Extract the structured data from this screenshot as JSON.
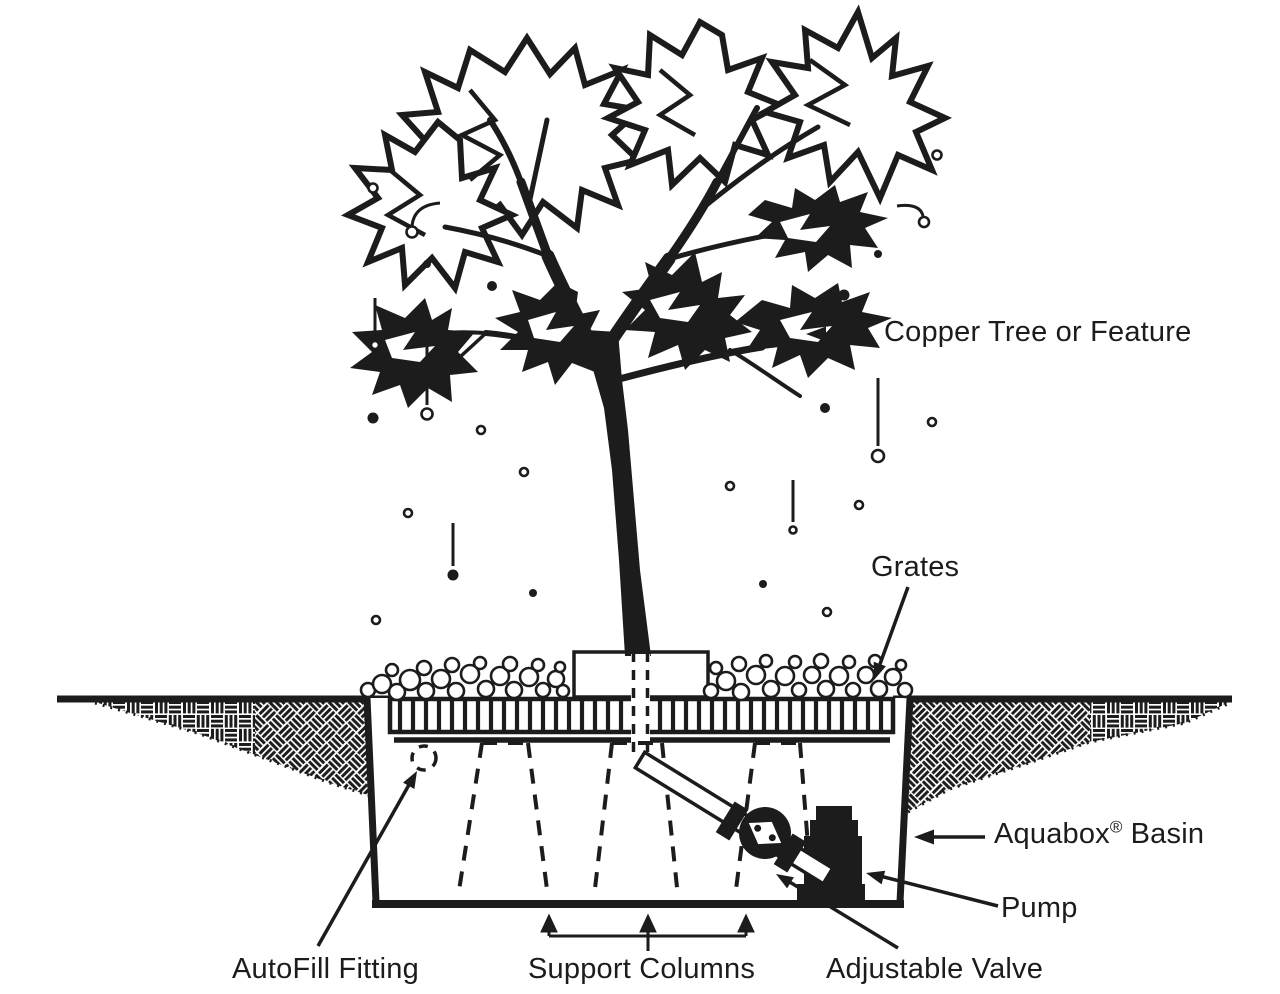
{
  "canvas": {
    "background": "#ffffff",
    "ink": "#1c1c1c"
  },
  "labels": {
    "copper_tree": "Copper Tree or Feature",
    "grates": "Grates",
    "aquabox_brand": "Aquabox",
    "aquabox_reg": "®",
    "aquabox_suffix": "Basin",
    "pump": "Pump",
    "autofill_fitting": "AutoFill Fitting",
    "support_columns": "Support Columns",
    "adjustable_valve": "Adjustable Valve"
  }
}
